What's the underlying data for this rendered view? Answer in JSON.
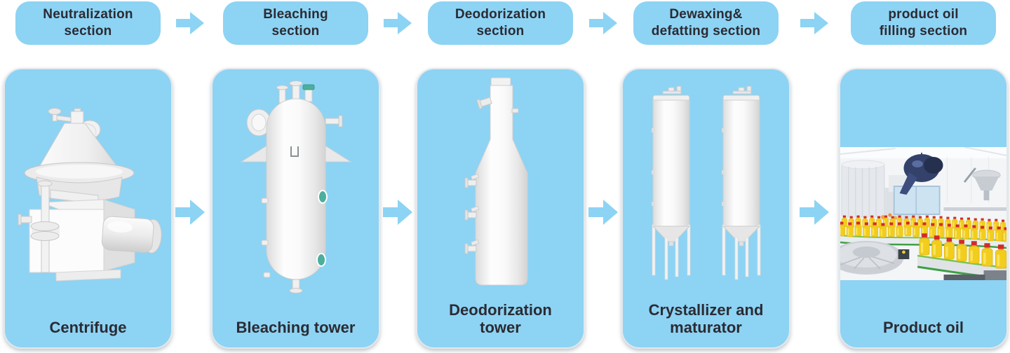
{
  "colors": {
    "accent_blue": "#8DD3F4",
    "text_dark": "#2B2B33",
    "equipment_white": "#FFFFFF",
    "green_port": "#4CAE9C",
    "oil_yellow": "#F2CD1D",
    "cap_red": "#D22B28",
    "conveyor_green": "#3F9F46"
  },
  "stages": [
    {
      "section_line1": "Neutralization",
      "section_line2": "section",
      "equipment": "Centrifuge",
      "illustration": "centrifuge"
    },
    {
      "section_line1": "Bleaching",
      "section_line2": "section",
      "equipment": "Bleaching tower",
      "illustration": "bleaching-tower"
    },
    {
      "section_line1": "Deodorization",
      "section_line2": "section",
      "equipment": "Deodorization tower",
      "illustration": "deodorization-tower"
    },
    {
      "section_line1": "Dewaxing&",
      "section_line2": "defatting section",
      "equipment": "Crystallizer and maturator",
      "illustration": "crystallizer-and-maturator"
    },
    {
      "section_line1": "product oil",
      "section_line2": "filling section",
      "equipment": "Product oil",
      "illustration": "bottling-line-photo"
    }
  ]
}
